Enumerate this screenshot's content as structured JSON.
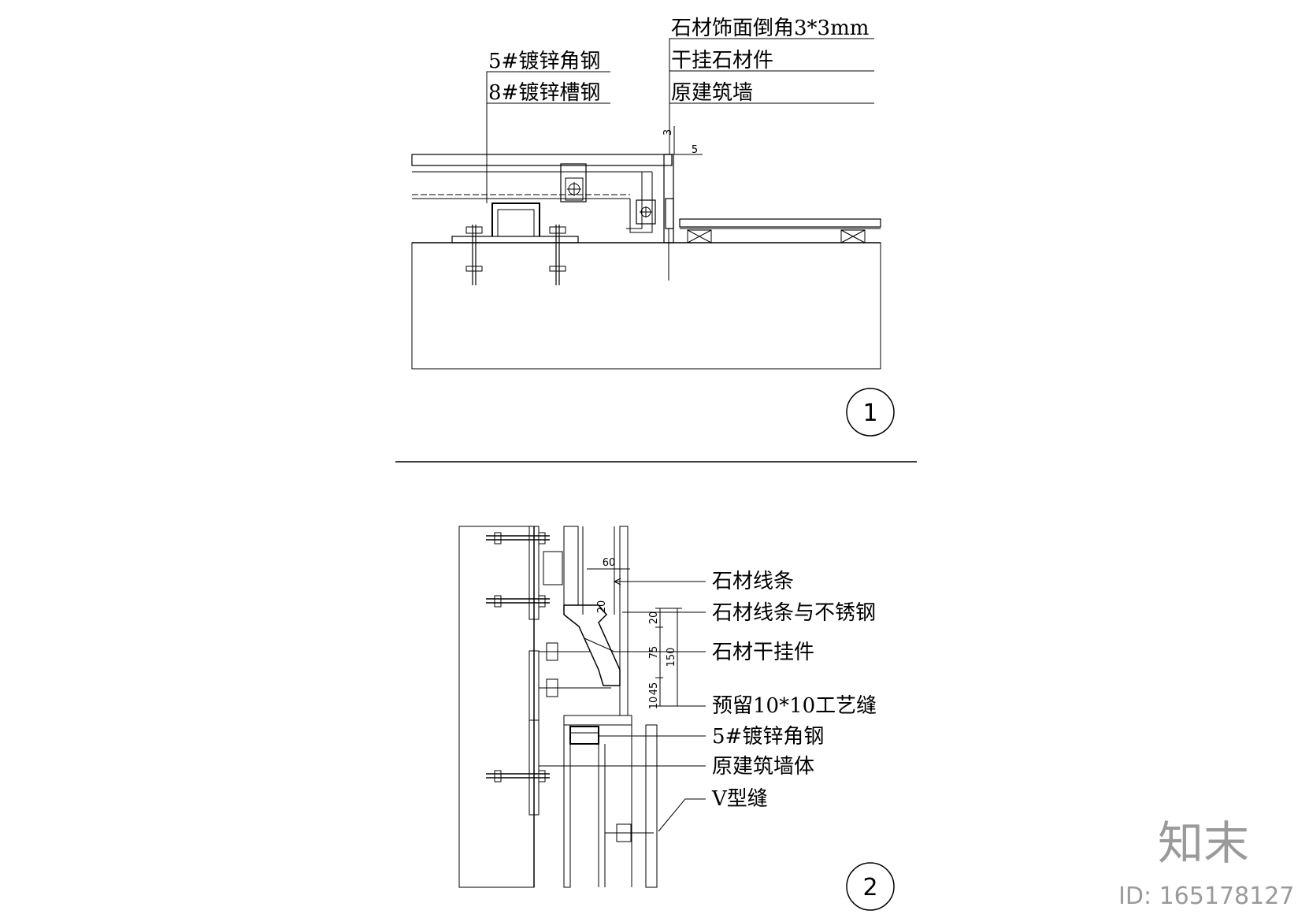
{
  "detail1": {
    "labels": {
      "angle_steel": "5#镀锌角钢",
      "channel_steel": "8#镀锌槽钢",
      "chamfer": "石材饰面倒角3*3mm",
      "dry_hang": "干挂石材件",
      "wall": "原建筑墙"
    },
    "dims": {
      "d3": "3",
      "d5": "5"
    },
    "detail_number": "1"
  },
  "detail2": {
    "labels": {
      "stone_strip": "石材线条",
      "stone_strip_ss": "石材线条与不锈钢",
      "dry_hang_piece": "石材干挂件",
      "reserved_joint": "预留10*10工艺缝",
      "angle_steel": "5#镀锌角钢",
      "wall_body": "原建筑墙体",
      "v_joint": "V型缝"
    },
    "dims": {
      "d60": "60",
      "d20a": "20",
      "d20b": "20",
      "d75": "75",
      "d150": "150",
      "d45": "45",
      "d10": "10"
    },
    "detail_number": "2"
  },
  "watermark": {
    "logo": "知末",
    "id": "ID: 165178127"
  }
}
